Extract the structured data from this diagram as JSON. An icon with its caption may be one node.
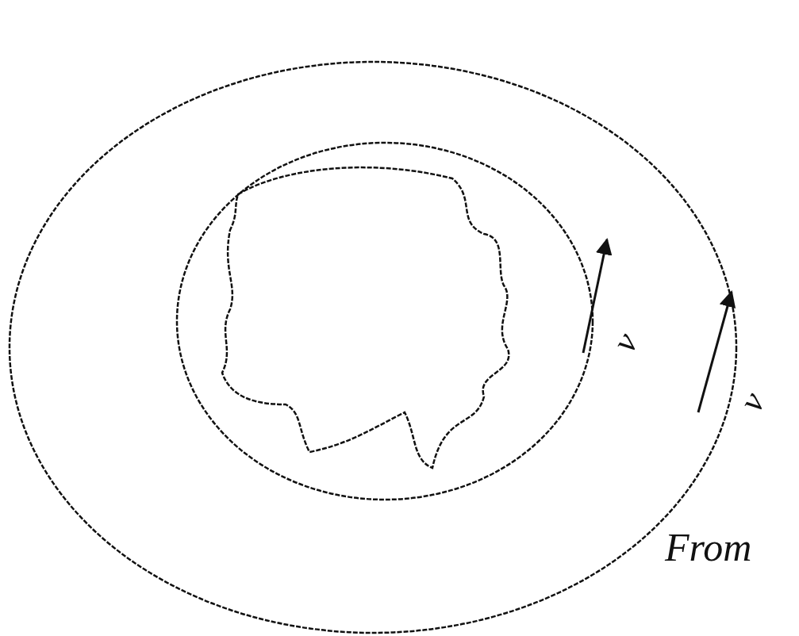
{
  "diagram": {
    "labels": [
      "v⃗",
      "v⃗",
      "From"
    ]
  }
}
